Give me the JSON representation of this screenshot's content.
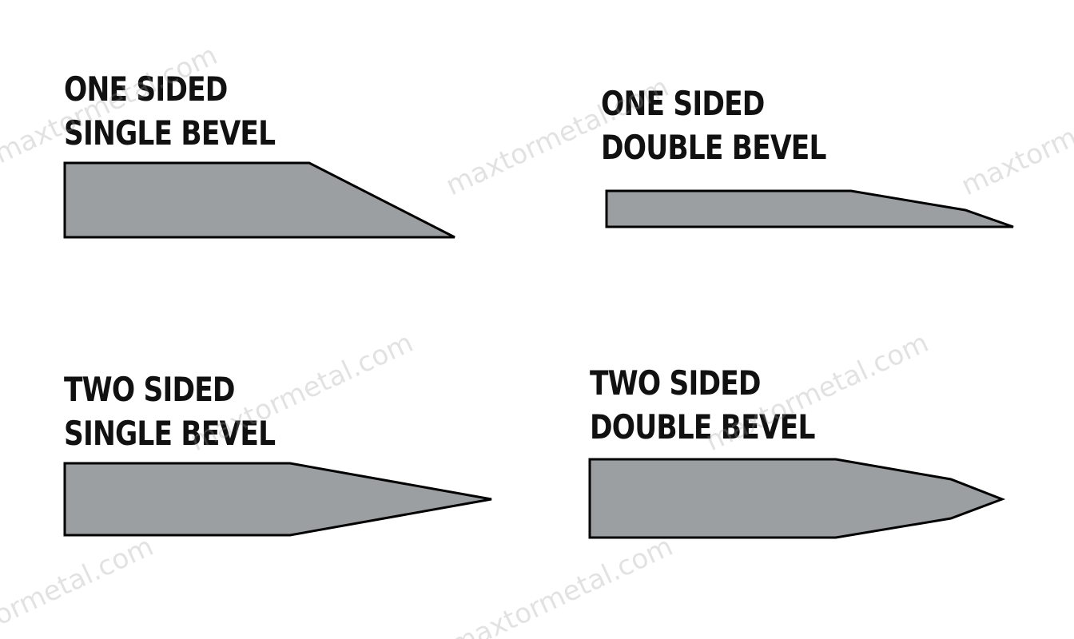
{
  "colors": {
    "blade_fill": "#9c9fa2",
    "outline": "#000000",
    "label_text": "#111111",
    "background": "#ffffff"
  },
  "watermark": "maxtormetal.com",
  "diagrams": [
    {
      "line1": "ONE SIDED",
      "line2": "SINGLE BEVEL"
    },
    {
      "line1": "ONE SIDED",
      "line2": "DOUBLE BEVEL"
    },
    {
      "line1": "TWO SIDED",
      "line2": "SINGLE BEVEL"
    },
    {
      "line1": "TWO SIDED",
      "line2": "DOUBLE BEVEL"
    }
  ]
}
